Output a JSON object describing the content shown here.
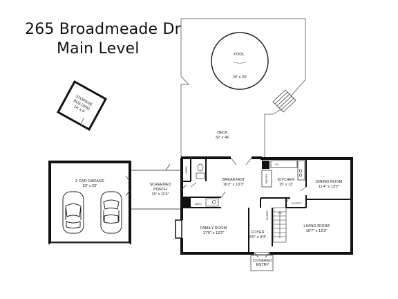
{
  "header": {
    "address": "265 Broadmeade Dr",
    "level": "Main Level"
  },
  "rooms": {
    "pool": {
      "name": "POOL",
      "dims": "20' x 20'"
    },
    "deck": {
      "name": "DECK",
      "dims": "32' x 46'"
    },
    "storage": {
      "name1": "STORAGE",
      "name2": "BUILDING",
      "dims": "14' x 8'"
    },
    "garage": {
      "name": "2 CAR GARAGE",
      "dims": "23' x 23'"
    },
    "screened_porch": {
      "name1": "SCREENED",
      "name2": "PORCH",
      "dims": "15' x 11'6\""
    },
    "breakfast": {
      "name": "BREAKFAST",
      "dims": "16'2\" x 13'3\""
    },
    "kitchen": {
      "name": "KITCHEN",
      "dims": "15' x 13'"
    },
    "dining": {
      "name": "DINING ROOM",
      "dims": "11'4\" x 13'2\""
    },
    "family": {
      "name": "FAMILY ROOM",
      "dims": "17'5\" x 13'2\""
    },
    "foyer": {
      "name": "FOYER",
      "dims": "3'9\" x 9'4\""
    },
    "living": {
      "name": "LIVING ROOM",
      "dims": "16'7\" x 13'3\""
    },
    "entry": {
      "name1": "COVERED",
      "name2": "ENTRY"
    }
  },
  "fixtures": {
    "closet": "CLOSET",
    "closet_vertical": "CLOSET",
    "laundry": "LNDRY",
    "ov": "OV",
    "bath": "BATH",
    "pantry": "PANTRY"
  }
}
